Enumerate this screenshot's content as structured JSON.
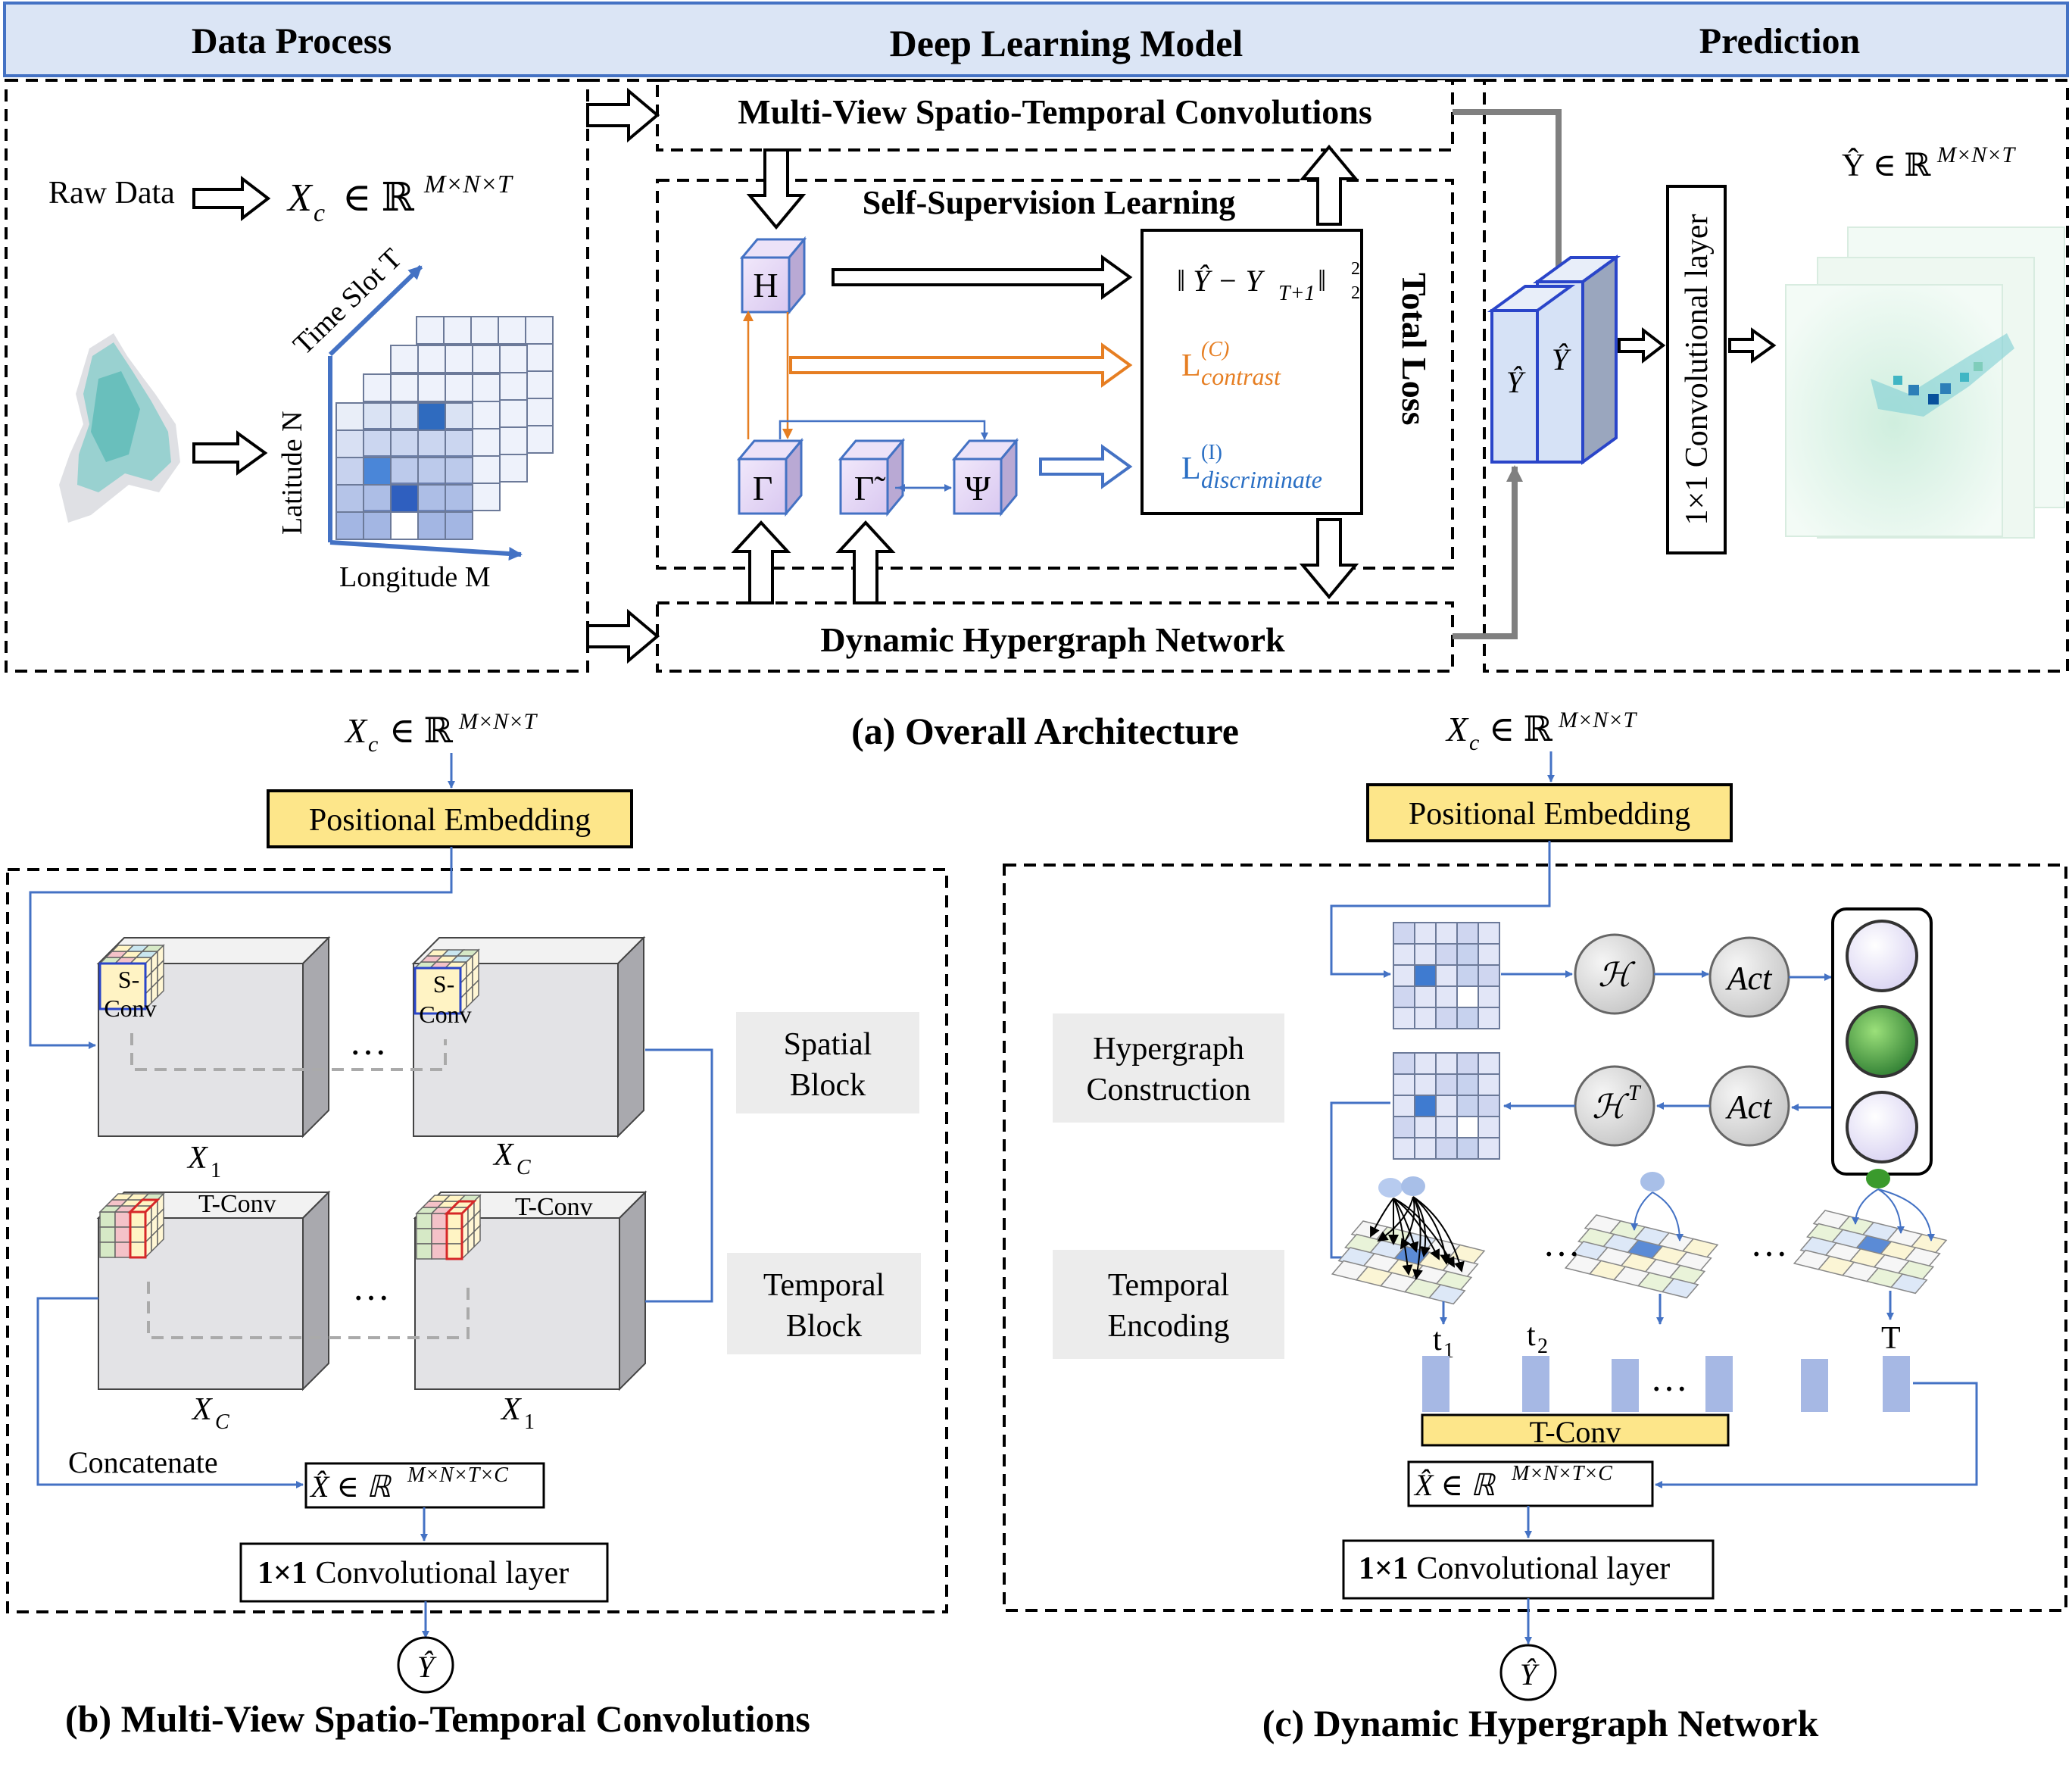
{
  "header": {
    "data_process": "Data Process",
    "deep_learning_model": "Deep Learning Model",
    "prediction": "Prediction"
  },
  "panel_a": {
    "raw_data": "Raw Data",
    "xc_space": "X",
    "xc_sub": "c",
    "xc_rest": "∈ ℝ",
    "xc_sup": "M×N×T",
    "time_slot": "Time Slot T",
    "latitude": "Latitude N",
    "longitude": "Longitude M",
    "mvstc": "Multi-View Spatio-Temporal Convolutions",
    "ssl": "Self-Supervision Learning",
    "dhn": "Dynamic Hypergraph Network",
    "total_loss": "Total Loss",
    "H": "H",
    "Gamma": "Γ",
    "Gamma_tilde": "Γ̃",
    "Psi": "Ψ",
    "loss_mse": "‖ Ŷ − Y",
    "loss_mse_sub": "T+1",
    "loss_mse_tail": " ‖",
    "loss_mse_sup": "2",
    "loss_mse_sub2": "2",
    "loss_contrast": "L",
    "loss_contrast_sup": "(C)",
    "loss_contrast_sub": "contrast",
    "loss_disc": "L",
    "loss_disc_sup": "(I)",
    "loss_disc_sub": "discriminate",
    "yhat": "Ŷ",
    "conv_layer": "1×1 Convolutional layer",
    "pred_label": "Ŷ ∈ ℝ",
    "pred_sup": "M×N×T",
    "caption": "(a) Overall Architecture"
  },
  "panel_b": {
    "input": "X",
    "input_sub": "c",
    "input_rest": "∈ ℝ",
    "input_sup": "M×N×T",
    "pos_emb": "Positional Embedding",
    "sconv_1": "S-",
    "sconv_2": "Conv",
    "dots": "…",
    "x1": "X",
    "x1_sub": "1",
    "xc": "X",
    "xc_sub": "C",
    "tconv": "T-Conv",
    "spatial_block_1": "Spatial",
    "spatial_block_2": "Block",
    "temporal_block_1": "Temporal",
    "temporal_block_2": "Block",
    "concatenate": "Concatenate",
    "xhat": "X̂ ∈ ℝ",
    "xhat_sup": "M×N×T×C",
    "conv_bold": "1×1",
    "conv_rest": " Convolutional layer",
    "yhat": "Ŷ",
    "caption": "(b) Multi-View Spatio-Temporal Convolutions"
  },
  "panel_c": {
    "input": "X",
    "input_sub": "c",
    "input_rest": "∈ ℝ",
    "input_sup": "M×N×T",
    "pos_emb": "Positional Embedding",
    "hyper_1": "Hypergraph",
    "hyper_2": "Construction",
    "temp_1": "Temporal",
    "temp_2": "Encoding",
    "H": "ℋ",
    "HT": "ℋ",
    "HT_sup": "T",
    "act": "Act",
    "dots": "…",
    "t1": "t",
    "t1_sub": "1",
    "t2": "t",
    "t2_sub": "2",
    "T": "T",
    "tconv": "T-Conv",
    "xhat": "X̂ ∈ ℝ",
    "xhat_sup": "M×N×T×C",
    "conv_bold": "1×1",
    "conv_rest": " Convolutional layer",
    "yhat": "Ŷ",
    "caption": "(c) Dynamic Hypergraph Network"
  },
  "colors": {
    "header_fill": "#dbe5f5",
    "header_stroke": "#4472c4",
    "blue_arrow": "#4472c4",
    "orange": "#e67e22",
    "cube_fill": "#e8dcf5",
    "pos_emb_fill": "#fde68a",
    "panel_gray": "#ececec",
    "green_circle": "#4caf50"
  }
}
